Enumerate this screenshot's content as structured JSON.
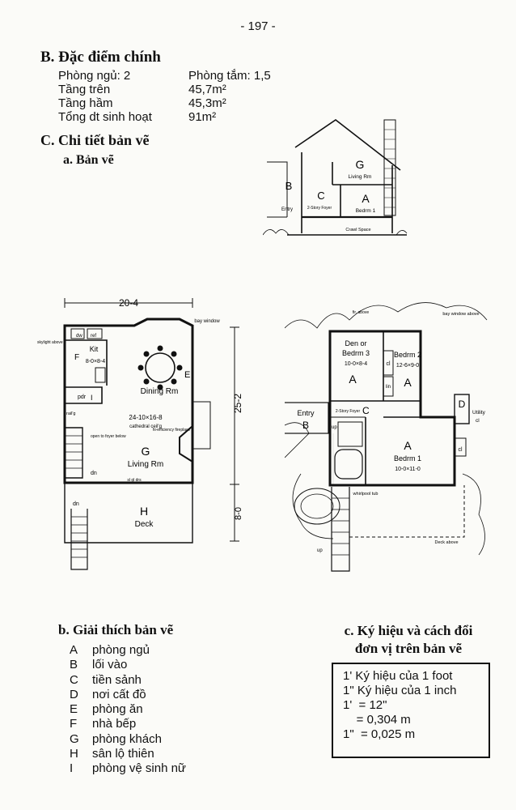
{
  "page_number": "- 197 -",
  "section_b": {
    "title": "B. Đặc điểm chính",
    "specs": [
      {
        "label": "Phòng ngủ: 2",
        "value": "Phòng tắm: 1,5"
      },
      {
        "label": "Tầng trên",
        "value": "45,7m²"
      },
      {
        "label": "Tầng hầm",
        "value": "45,3m²"
      },
      {
        "label": "Tổng dt sinh hoạt",
        "value": "91m²"
      }
    ]
  },
  "section_c": {
    "title": "C. Chi tiết bản vẽ",
    "sub_a": "a. Bản vẽ"
  },
  "section_drawing": {
    "room_g": "G",
    "room_b": "B",
    "room_c": "C",
    "room_a": "A",
    "entry": "Entry",
    "story_foyer": "2-Story Foyer",
    "living_rm": "Living Rm",
    "bedrm1": "Bedrm 1",
    "crawl_space": "Crawl Space"
  },
  "upper_plan": {
    "dim_width": "20-4",
    "dim_height": "25-2",
    "dim_deck": "8-0",
    "bay_window": "bay window",
    "skylight": "skylight above",
    "kit": "Kit",
    "kit_size": "8-0×8-4",
    "dw": "dw",
    "ref": "ref",
    "room_f": "F",
    "room_e": "E",
    "room_i": "I",
    "room_g": "G",
    "room_h": "H",
    "pdr": "pdr",
    "dining_rm": "Dining Rm",
    "dining_size": "24-10×16-8",
    "cathedral": "cathedral ceil'g",
    "rails": "rail'g",
    "open_foyer": "open to foyer below",
    "fireplace": "hi-efficiency fireplace",
    "living_rm": "Living Rm",
    "sl_glass": "sl gl drs",
    "dn": "dn",
    "dn2": "dn",
    "deck": "Deck"
  },
  "lower_plan": {
    "fir_above": "fir. above",
    "bay_window": "bay window above",
    "den": "Den or",
    "bedrm3": "Bedrm 3",
    "bedrm3_size": "10-0×8-4",
    "bedrm2": "Bedrm 2",
    "bedrm2_size": "12-6×9-0",
    "room_a1": "A",
    "room_a2": "A",
    "room_a3": "A",
    "room_b": "B",
    "room_c": "C",
    "room_d": "D",
    "cl1": "cl",
    "cl2": "cl",
    "cl3": "cl",
    "lin": "lin",
    "utility": "Utility",
    "entry": "Entry",
    "story_foyer": "2-Story Foyer",
    "up": "up",
    "up2": "up",
    "bedrm1": "Bedrm 1",
    "bedrm1_size": "10-0×11-0",
    "whirlpool": "whirlpool tub",
    "deck_above": "Deck above"
  },
  "legend": {
    "title": "b. Giải thích bản vẽ",
    "items": [
      {
        "key": "A",
        "text": "phòng ngủ"
      },
      {
        "key": "B",
        "text": "lối vào"
      },
      {
        "key": "C",
        "text": "tiền sảnh"
      },
      {
        "key": "D",
        "text": "nơi cất đồ"
      },
      {
        "key": "E",
        "text": "phòng ăn"
      },
      {
        "key": "F",
        "text": "nhà bếp"
      },
      {
        "key": "G",
        "text": "phòng khách"
      },
      {
        "key": "H",
        "text": "sân lộ thiên"
      },
      {
        "key": "I",
        "text": "phòng vệ sinh nữ"
      }
    ]
  },
  "conversion": {
    "title_line1": "c. Ký hiệu và cách đổi",
    "title_line2": "đơn vị trên bản vẽ",
    "lines": [
      "1' Ký hiệu của 1 foot",
      "1\" Ký hiệu của 1 inch",
      "1'  = 12\"",
      "    = 0,304 m",
      "1\"  = 0,025 m"
    ]
  }
}
